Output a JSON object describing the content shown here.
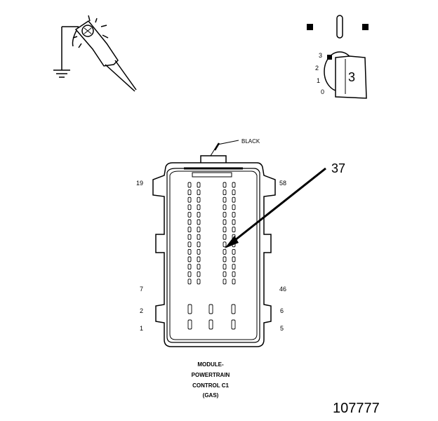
{
  "connector": {
    "color_label": "BLACK",
    "callout_number": "37",
    "pins": {
      "top_left": "19",
      "top_right": "58",
      "mid_left": "7",
      "mid_right": "46",
      "row2_left": "2",
      "row2_right": "6",
      "row1_left": "1",
      "row1_right": "5"
    },
    "caption": [
      "MODULE-",
      "POWERTRAIN",
      "CONTROL C1",
      "(GAS)"
    ]
  },
  "ignition": {
    "positions": [
      "3",
      "2",
      "1",
      "0"
    ],
    "key_position": "3"
  },
  "figure_number": "107777"
}
